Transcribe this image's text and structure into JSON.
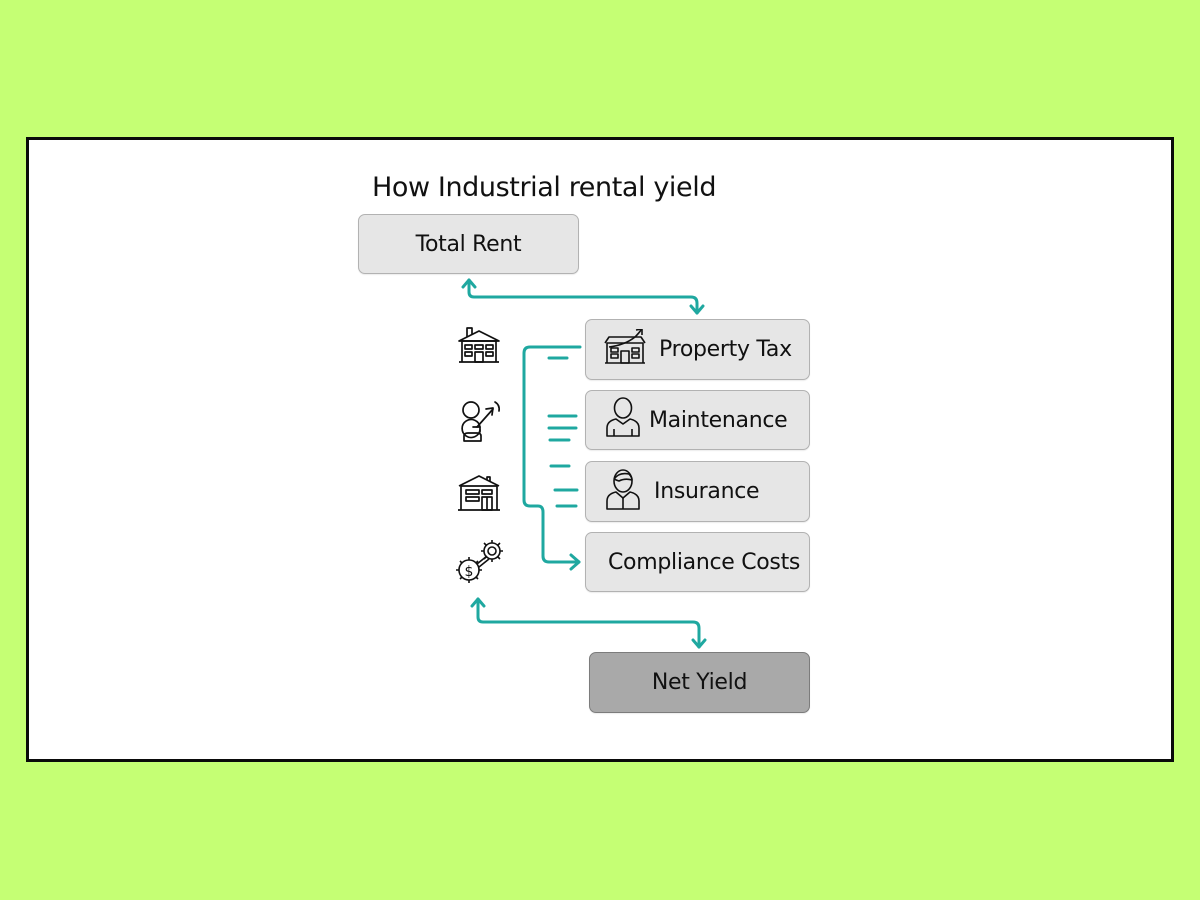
{
  "diagram": {
    "title": "How Industrial rental yield",
    "colors": {
      "background": "#c5ff74",
      "frame_border": "#0a0a0a",
      "frame_fill": "#ffffff",
      "connector": "#1fa8a0",
      "box_fill": "#e6e6e6",
      "box_border": "#b2b2b2",
      "result_box_fill": "#a9a9a9",
      "result_box_border": "#7c7c7c",
      "text": "#111111"
    },
    "nodes": {
      "total_rent": {
        "label": "Total Rent"
      },
      "expenses": [
        {
          "label": "Property Tax",
          "icon": "building-growth-icon"
        },
        {
          "label": "Maintenance",
          "icon": "person-icon"
        },
        {
          "label": "Insurance",
          "icon": "person-hair-icon"
        },
        {
          "label": "Compliance Costs",
          "icon": ""
        }
      ],
      "net_yield": {
        "label": "Net Yield"
      }
    },
    "side_icons": [
      "house-icon",
      "person-arrow-icon",
      "warehouse-icon",
      "dollar-gears-icon"
    ],
    "edges": [
      {
        "from": "Total Rent",
        "to": "Property Tax",
        "type": "bidirectional"
      },
      {
        "from": "Property Tax",
        "to": "Compliance Costs",
        "type": "bracket-arrow"
      },
      {
        "from": "dollar-gears-icon",
        "to": "Net Yield",
        "type": "bidirectional"
      }
    ]
  }
}
